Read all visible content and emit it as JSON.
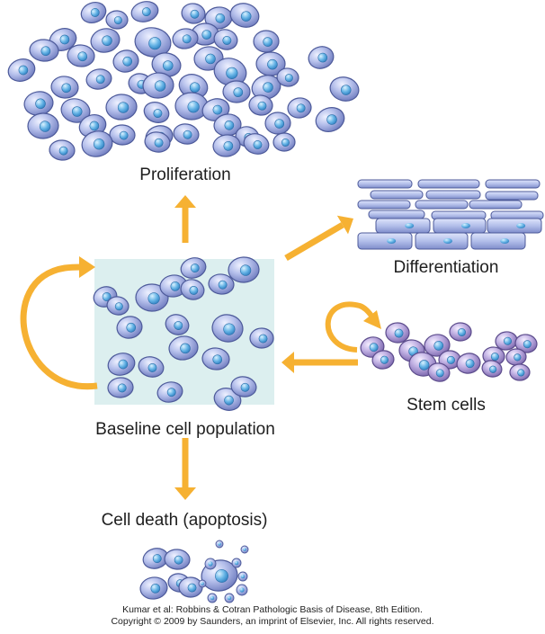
{
  "labels": {
    "proliferation": "Proliferation",
    "differentiation": "Differentiation",
    "stem_cells": "Stem cells",
    "baseline": "Baseline cell population",
    "cell_death": "Cell death (apoptosis)"
  },
  "credit": {
    "line1": "Kumar et al: Robbins & Cotran Pathologic Basis of Disease, 8th Edition.",
    "line2": "Copyright © 2009 by Saunders, an imprint of Elsevier, Inc. All rights reserved."
  },
  "colors": {
    "arrow": "#f6b132",
    "baseline_box": "#dcefef",
    "cell_fill": "#a8b4e4",
    "cell_stroke": "#4d5a9a",
    "nucleus": "#58a8dc",
    "stem_fill": "#b9a6da",
    "stem_stroke": "#5c4c8c",
    "stem_nucleus": "#5ea2d8"
  }
}
